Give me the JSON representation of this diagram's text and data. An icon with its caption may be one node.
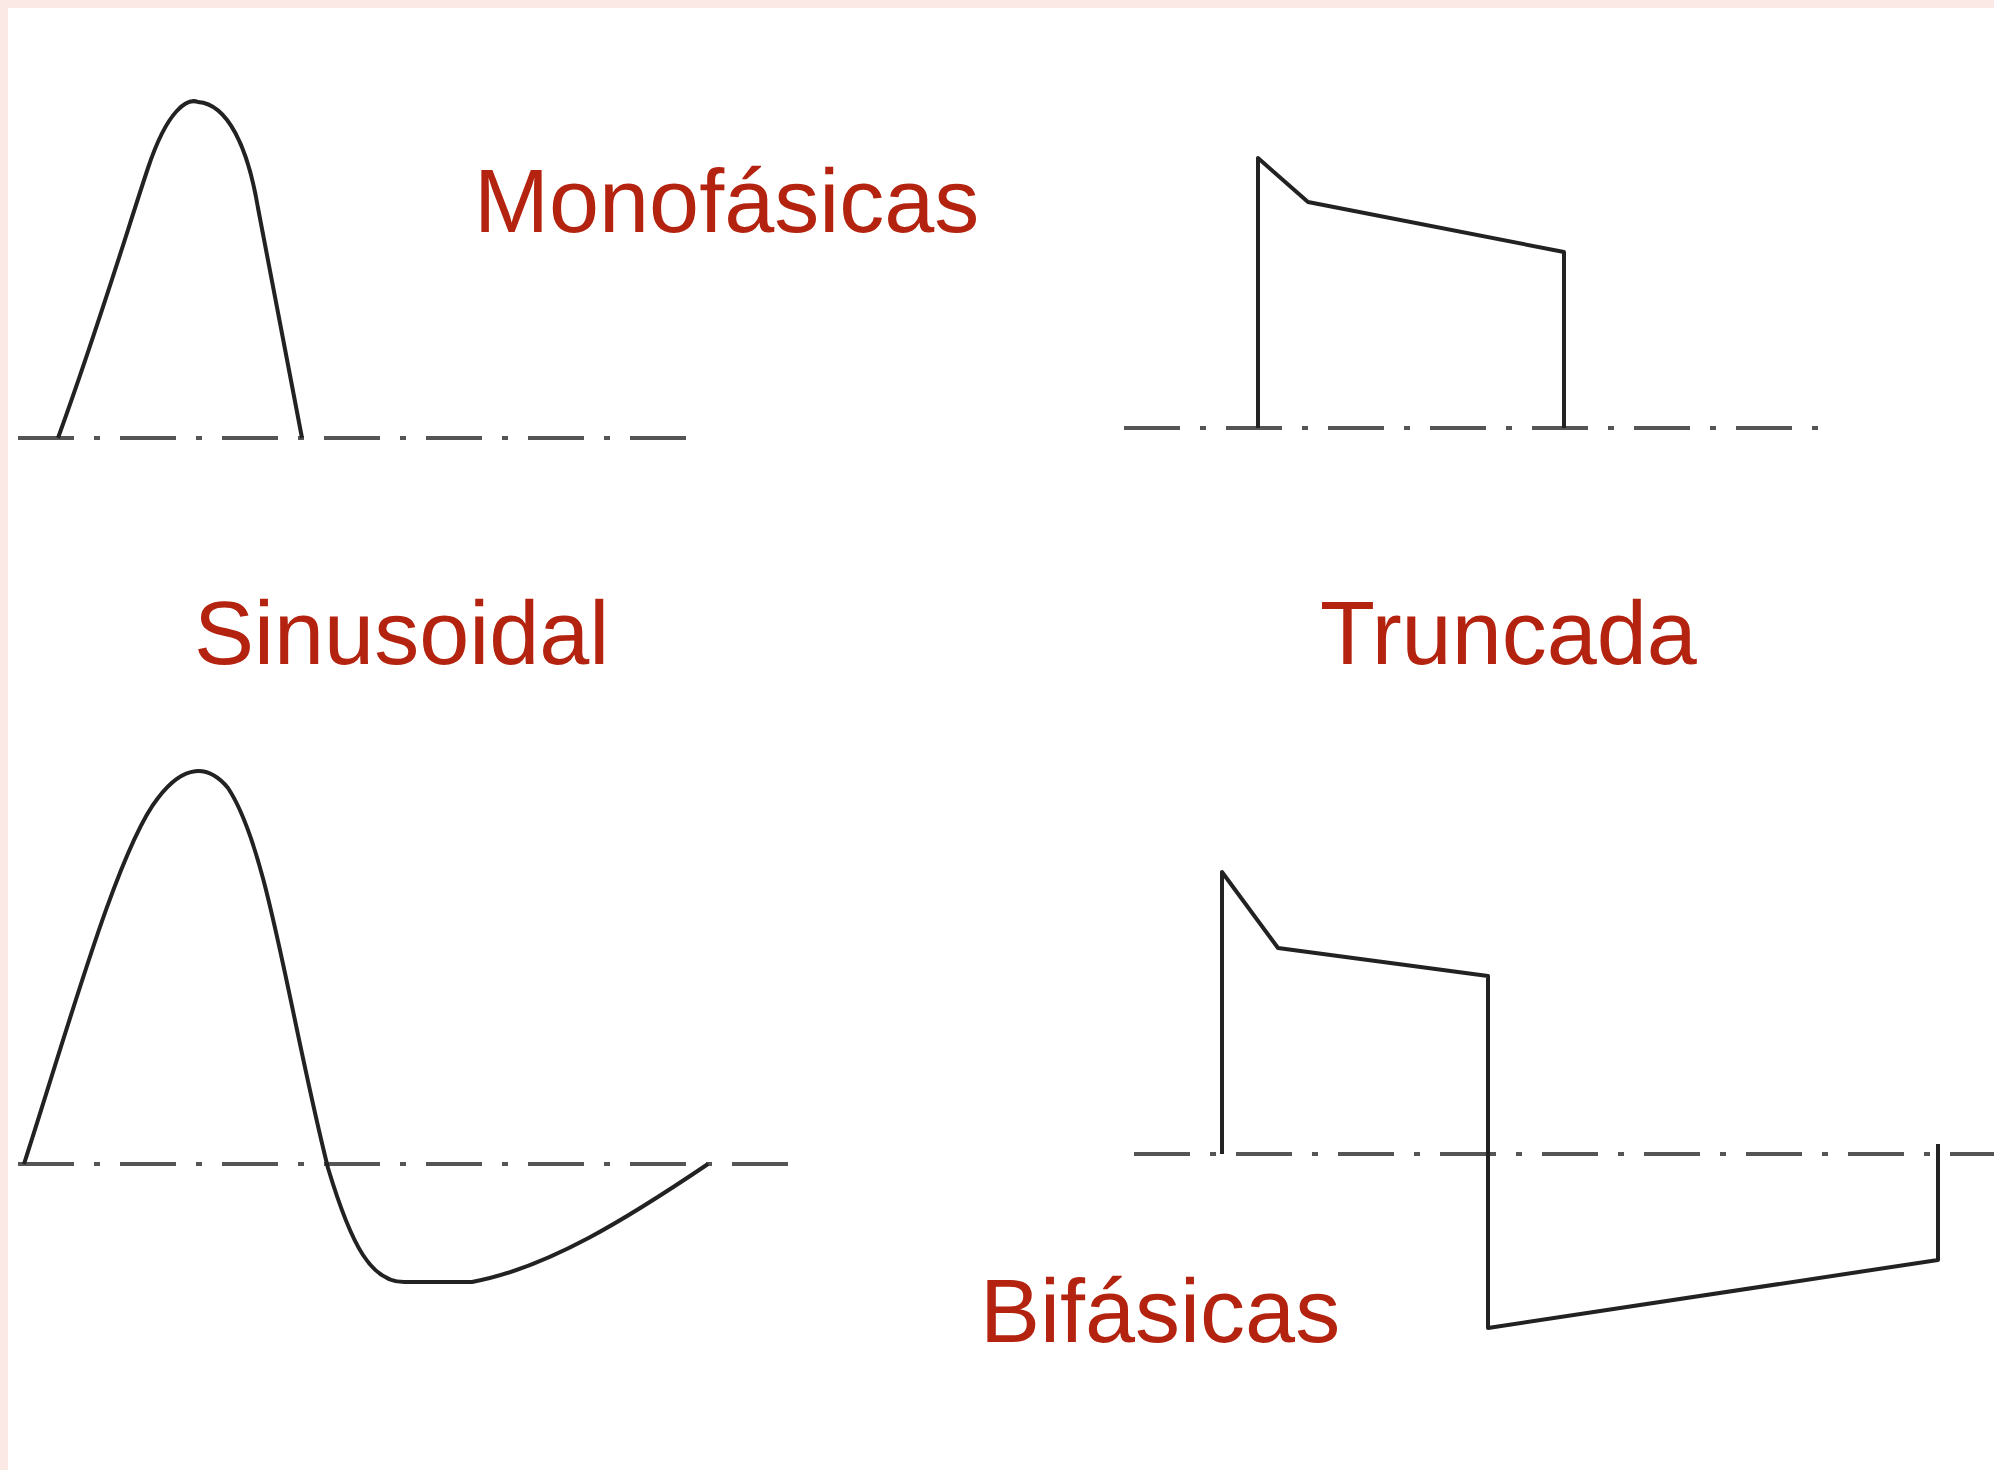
{
  "diagram": {
    "labels": [
      "Monofásicas",
      "Sinusoidal",
      "Truncada",
      "Bifásicas"
    ]
  }
}
